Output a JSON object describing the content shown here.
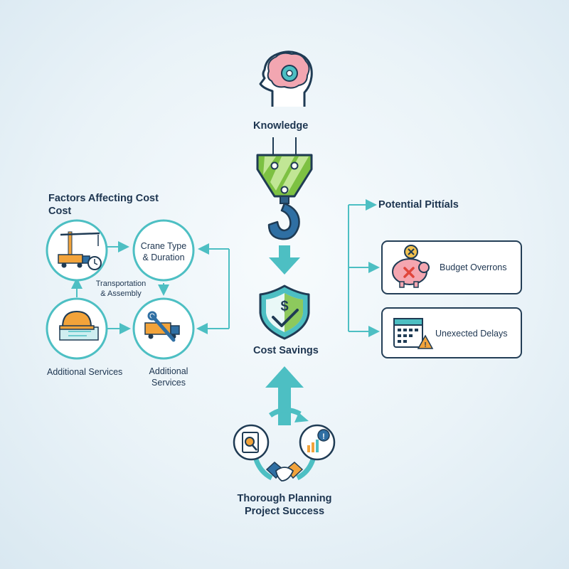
{
  "knowledge": "Knowledge",
  "cost_savings": "Cost Savings",
  "planning": {
    "line1": "Thorough Planning",
    "line2": "Project Success"
  },
  "factors": {
    "title_line1": "Factors Affecting Cost",
    "title_line2": "Cost",
    "crane_type_line1": "Crane Type",
    "crane_type_line2": "& Duration",
    "transport_line1": "Transportation",
    "transport_line2": "& Assembly",
    "additional_left": "Additional Services",
    "additional_right_line1": "Additional",
    "additional_right_line2": "Services"
  },
  "pitfalls": {
    "title": "Potential Pittíals",
    "budget": "Budget Overrons",
    "delays": "Unexected Delays"
  },
  "colors": {
    "teal": "#4dbfc3",
    "navy": "#1f3b54",
    "green": "#7dc142",
    "orange": "#f2a33a"
  }
}
